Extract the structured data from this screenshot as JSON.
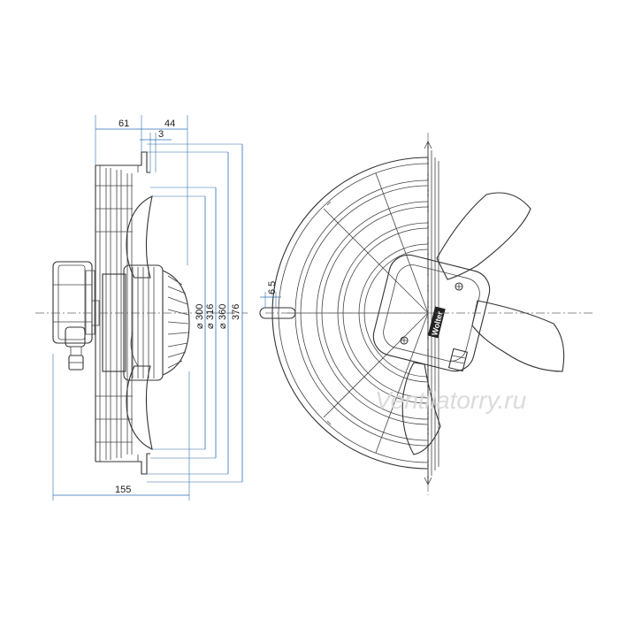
{
  "dimensions": {
    "d61": "61",
    "d44": "44",
    "d3": "3",
    "d155": "155",
    "d300": "300",
    "d316": "316",
    "d360": "360",
    "d376": "376",
    "d65": "6.5",
    "diameter_symbol": "⌀"
  },
  "logo_text": "Wolter",
  "watermark": "Ventilatorry.ru",
  "colors": {
    "dimension": "#2a6fb0",
    "outline": "#333333",
    "watermark": "#d8d8d8"
  }
}
